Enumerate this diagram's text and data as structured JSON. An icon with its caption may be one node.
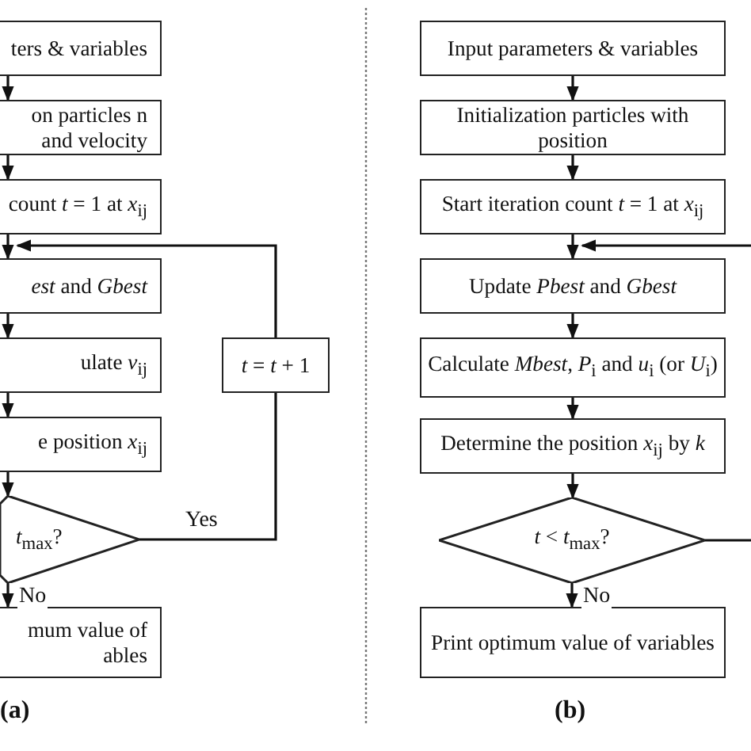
{
  "diagram": {
    "nodes": [
      {
        "text": [
          "ters & variables"
        ]
      },
      {
        "text": [
          "on particles n and velocity"
        ]
      },
      {
        "text": [
          "count *t* = 1 at *x*$_{ij}$"
        ]
      },
      {
        "text": [
          "*est* and *Gbest*"
        ]
      },
      {
        "text": [
          "ulate *v*$_{ij}$"
        ]
      },
      {
        "text": [
          "e position *x*$_{ij}$"
        ]
      },
      {
        "text": [
          "*t*$_{max}$?"
        ]
      },
      {
        "text": [
          "mum value of ables"
        ]
      },
      {
        "text": [
          "*t* = *t* + 1"
        ]
      },
      {
        "text": [
          "Input parameters & variables"
        ]
      },
      {
        "text": [
          "Initialization particles with position"
        ]
      },
      {
        "text": [
          "Start iteration count *t* = 1 at *x*$_{ij}$"
        ]
      },
      {
        "text": [
          "Update *Pbest* and *Gbest*"
        ]
      },
      {
        "text": [
          "Calculate *Mbest*, *P*$_{i}$ and *u*$_{i}$ (or *U*$_{i}$)"
        ]
      },
      {
        "text": [
          "Determine the position *x*$_{ij}$ by *k*"
        ]
      },
      {
        "text": [
          "*t* < *t*$_{max}$?"
        ]
      },
      {
        "text": [
          "Print optimum value of variables"
        ]
      }
    ],
    "edges": [
      {
        "from": 0,
        "to": 1,
        "arrow": "to"
      },
      {
        "from": 1,
        "to": 2,
        "arrow": "to"
      },
      {
        "from": 2,
        "to": 3,
        "arrow": "to"
      },
      {
        "from": 3,
        "to": 4,
        "arrow": "to"
      },
      {
        "from": 4,
        "to": 5,
        "arrow": "to"
      },
      {
        "from": 5,
        "to": 6,
        "arrow": "to"
      },
      {
        "from": 6,
        "to": 7,
        "arrow": "to",
        "label": "No"
      },
      {
        "from": 6,
        "to": 8,
        "arrow": "none",
        "label": "Yes"
      },
      {
        "from": 8,
        "to": 3,
        "arrow": "to"
      },
      {
        "from": 9,
        "to": 10,
        "arrow": "to"
      },
      {
        "from": 10,
        "to": 11,
        "arrow": "to"
      },
      {
        "from": 11,
        "to": 12,
        "arrow": "to"
      },
      {
        "from": 12,
        "to": 13,
        "arrow": "to"
      },
      {
        "from": 13,
        "to": 14,
        "arrow": "to"
      },
      {
        "from": 14,
        "to": 15,
        "arrow": "to"
      },
      {
        "from": 15,
        "to": 16,
        "arrow": "to",
        "label": "No"
      },
      {
        "from": 15,
        "to": null,
        "arrow": "none"
      },
      {
        "from": null,
        "to": 12,
        "arrow": "to"
      }
    ],
    "labels": [
      "(a)",
      "(b)"
    ]
  }
}
